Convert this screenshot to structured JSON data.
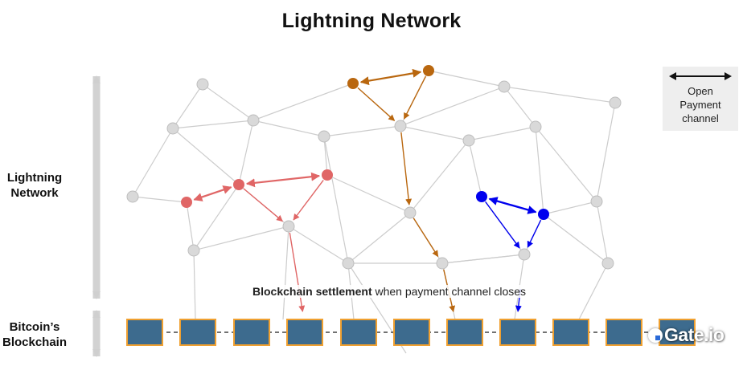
{
  "title": "Lightning Network",
  "labels": {
    "lightning_line1": "Lightning",
    "lightning_line2": "Network",
    "blockchain_line1": "Bitcoin’s",
    "blockchain_line2": "Blockchain"
  },
  "legend": {
    "line1": "Open",
    "line2": "Payment",
    "line3": "channel"
  },
  "settlement": {
    "bold": "Blockchain settlement",
    "rest": " when payment channel closes"
  },
  "brand": "Gate.io",
  "colors": {
    "node_gray": "#d9d9d9",
    "edge_gray": "#cccccc",
    "orange": "#b9670f",
    "red": "#e06666",
    "blue": "#0000ee",
    "block_fill": "#3d6b8e",
    "block_border": "#f0a030"
  }
}
